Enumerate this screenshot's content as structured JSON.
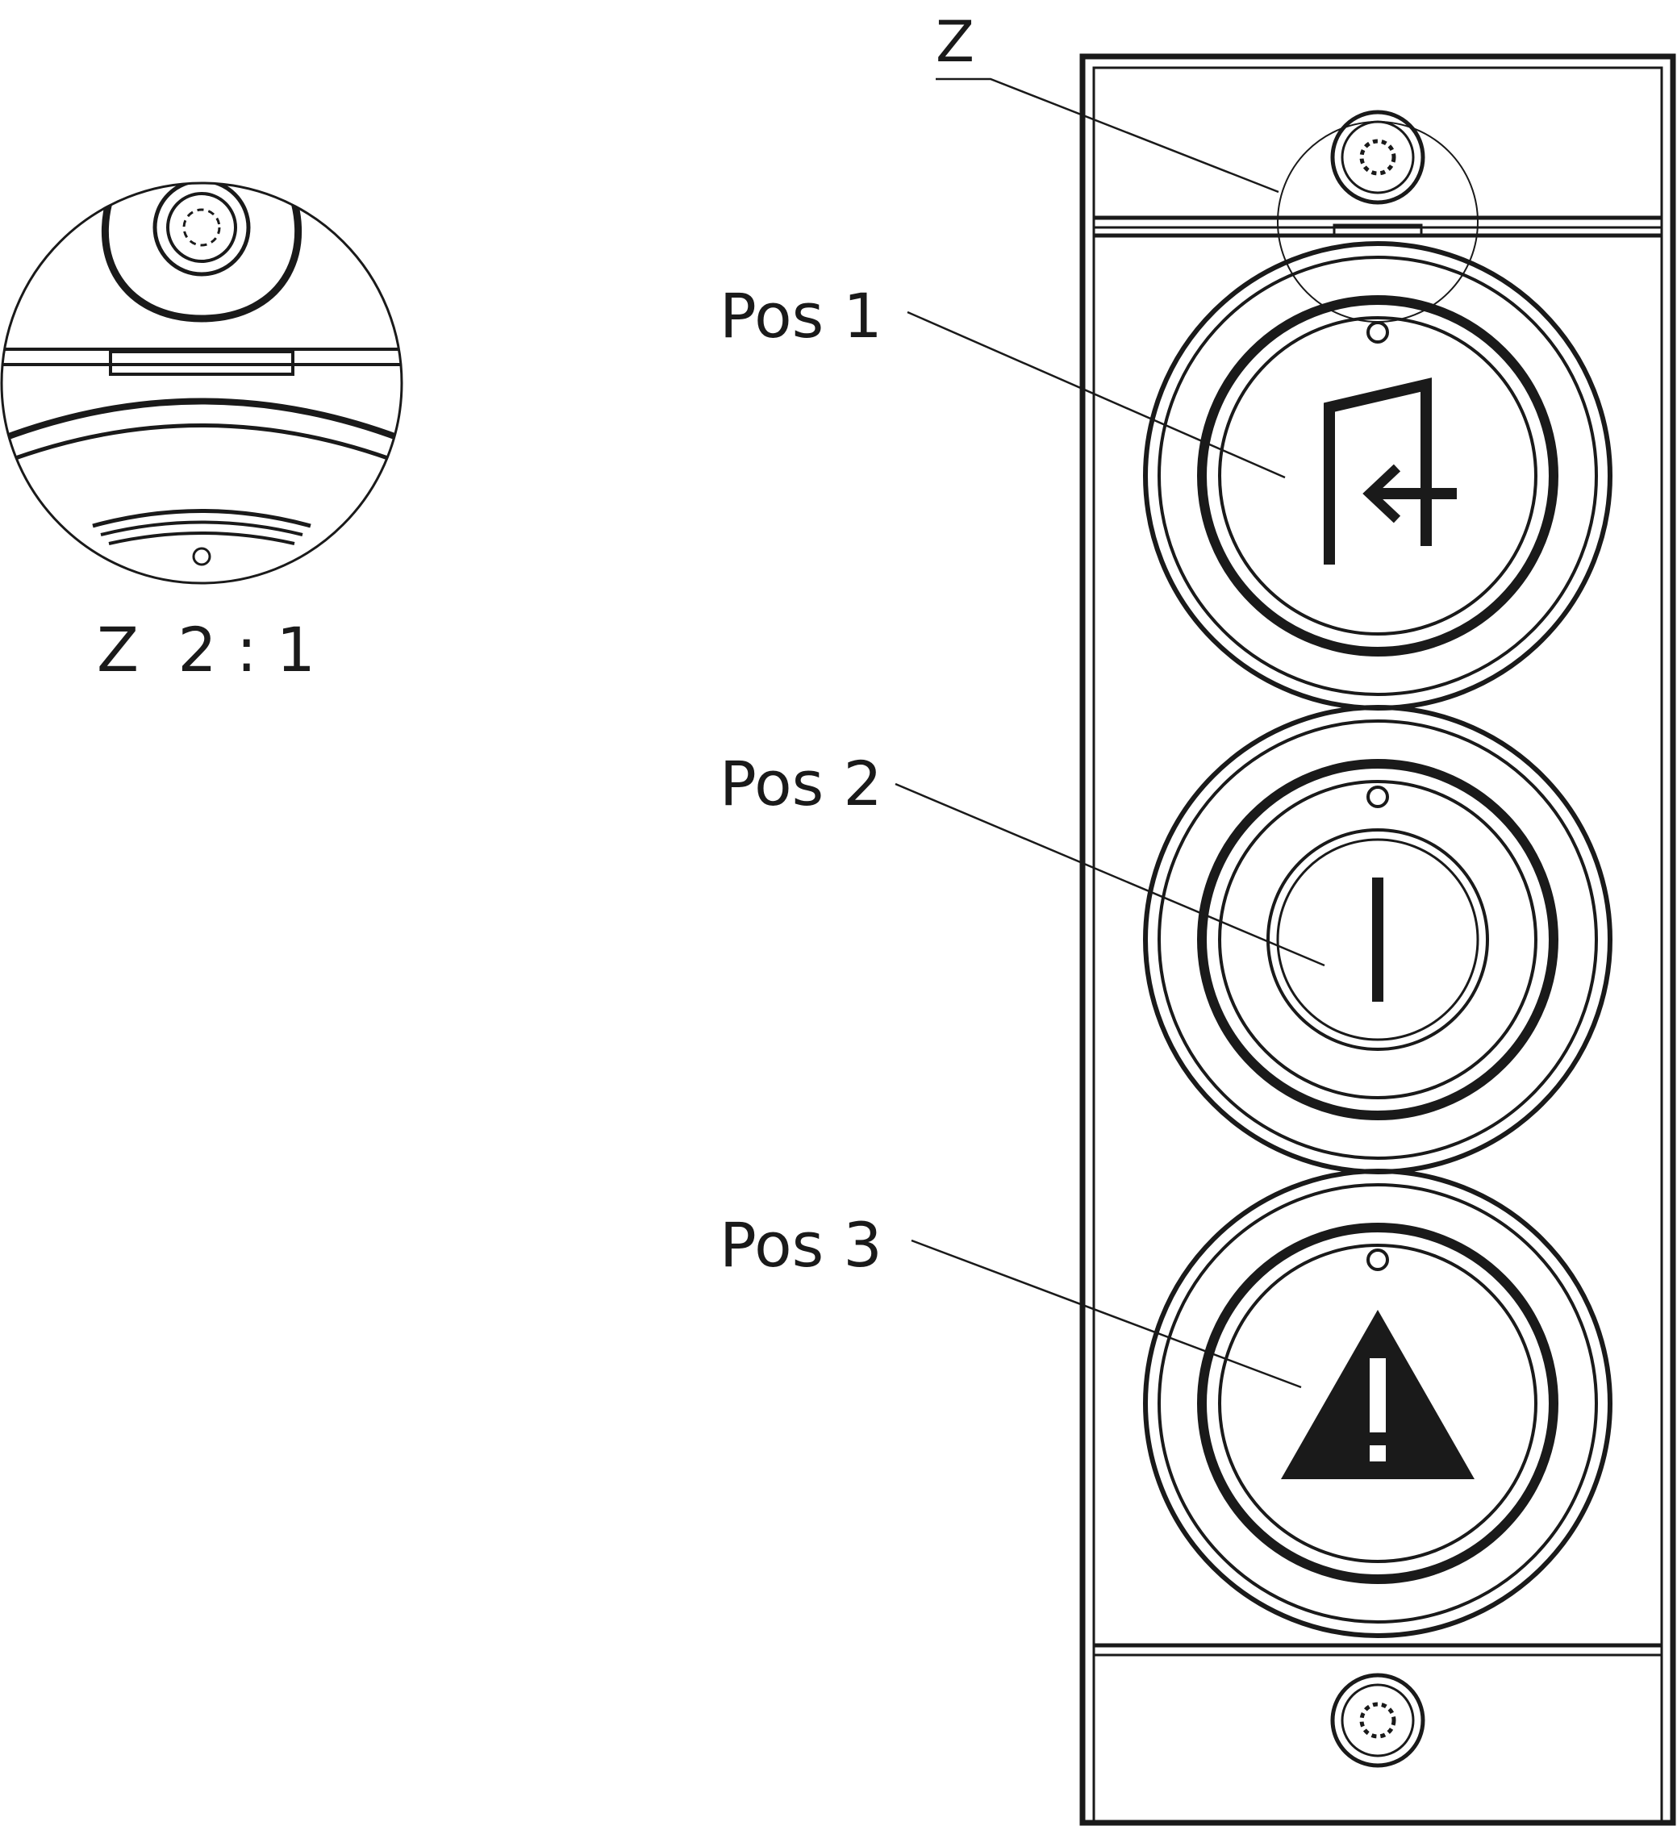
{
  "detail_marker": "Z",
  "detail_caption": "Z  2 : 1",
  "callouts": [
    {
      "id": "pos1",
      "label": "Pos 1"
    },
    {
      "id": "pos2",
      "label": "Pos 2"
    },
    {
      "id": "pos3",
      "label": "Pos 3"
    }
  ],
  "buttons": [
    {
      "position": "Pos 1",
      "symbol": "door-exit-arrow-icon"
    },
    {
      "position": "Pos 2",
      "symbol": "line-i-icon"
    },
    {
      "position": "Pos 3",
      "symbol": "warning-triangle-icon"
    }
  ],
  "screws": [
    "torx-screw-icon",
    "torx-screw-icon"
  ],
  "colors": {
    "line": "#1a1a1a",
    "background": "#ffffff"
  }
}
